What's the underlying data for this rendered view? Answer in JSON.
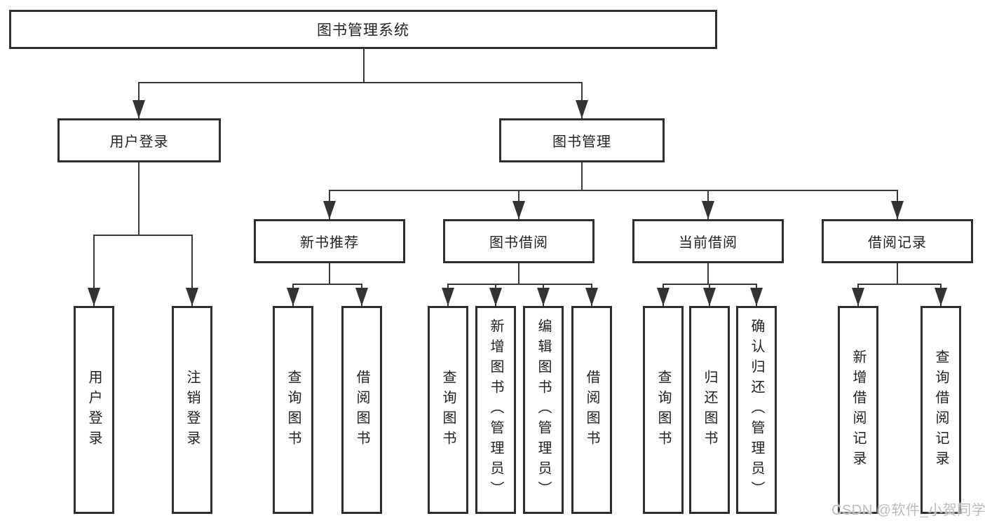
{
  "tree": {
    "root": "图书管理系统",
    "level2": [
      {
        "label": "用户登录",
        "children": [
          "用户登录",
          "注销登录"
        ]
      },
      {
        "label": "图书管理",
        "children": [
          {
            "label": "新书推荐",
            "children": [
              "查询图书",
              "借阅图书"
            ]
          },
          {
            "label": "图书借阅",
            "children": [
              "查询图书",
              "新增图书（管理员）",
              "编辑图书（管理员）",
              "借阅图书"
            ]
          },
          {
            "label": "当前借阅",
            "children": [
              "查询图书",
              "归还图书",
              "确认归还（管理员）"
            ]
          },
          {
            "label": "借阅记录",
            "children": [
              "新增借阅记录",
              "查询借阅记录"
            ]
          }
        ]
      }
    ]
  },
  "watermark": "CSDN @软件_小贺同学",
  "colors": {
    "background": "#ffffff",
    "box_border": "#2e2e2e",
    "line": "#383838",
    "text": "#222222",
    "watermark": "#b9bdc1"
  }
}
